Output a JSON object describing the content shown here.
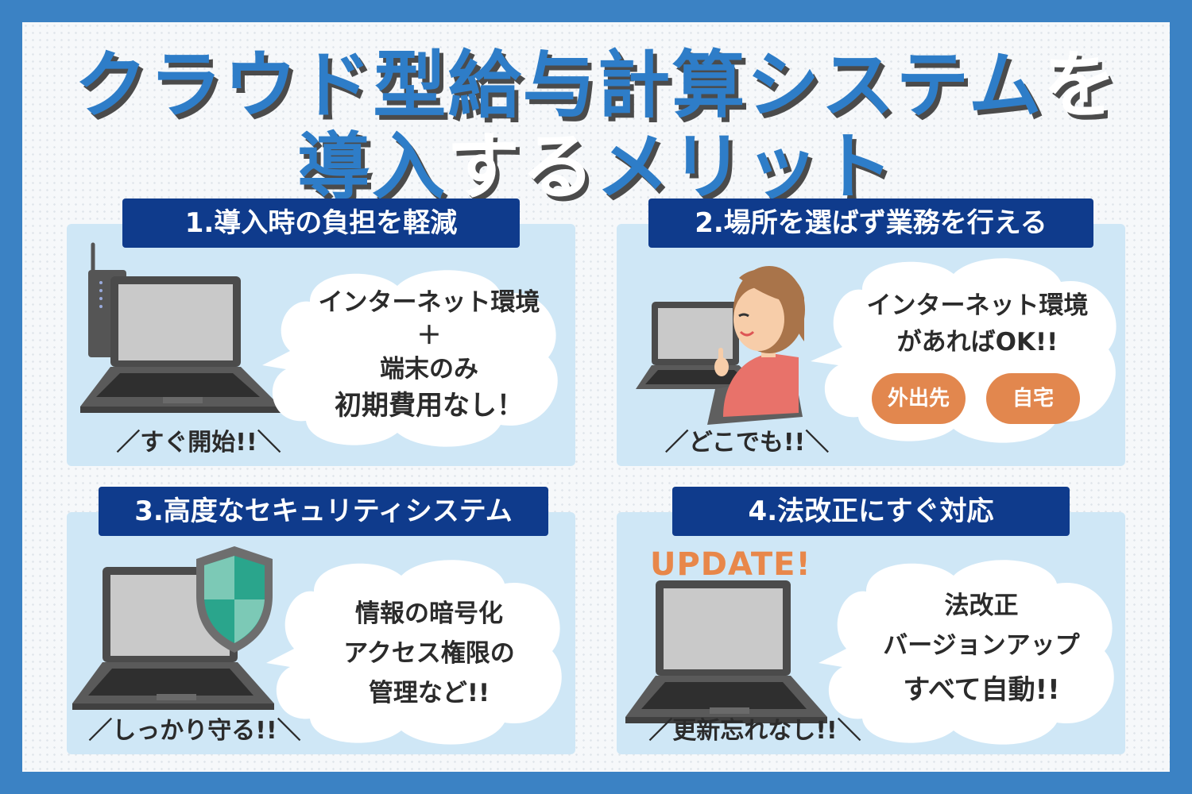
{
  "title": {
    "line1_blue": "クラウド型給与計算システム",
    "line1_white": "を",
    "line2_blue": "導入",
    "line2_white": "する",
    "line2_blue2": "メリット"
  },
  "cards": [
    {
      "label": "1.導入時の負担を軽減",
      "caption": "／すぐ開始!!＼",
      "bubble": [
        "インターネット環境",
        "＋",
        "端末のみ",
        "初期費用なし！"
      ]
    },
    {
      "label": "2.場所を選ばず業務を行える",
      "caption": "／どこでも!!＼",
      "bubble": [
        "インターネット環境",
        "があればOK!!"
      ],
      "pills": [
        "外出先",
        "自宅"
      ]
    },
    {
      "label": "3.高度なセキュリティシステム",
      "caption": "／しっかり守る!!＼",
      "bubble": [
        "情報の暗号化",
        "アクセス権限の",
        "管理など!!"
      ]
    },
    {
      "label": "4.法改正にすぐ対応",
      "caption": "／更新忘れなし!!＼",
      "badge": "UPDATE!",
      "bubble": [
        "法改正",
        "バージョンアップ",
        "すべて自動!!"
      ]
    }
  ],
  "colors": {
    "border": "#3b82c4",
    "label_bg": "#0f3b8c",
    "panel_bg": "#cfe7f6",
    "title_blue": "#2e7dc8",
    "accent_orange": "#e2874e",
    "shield_green": "#2aa58c"
  }
}
